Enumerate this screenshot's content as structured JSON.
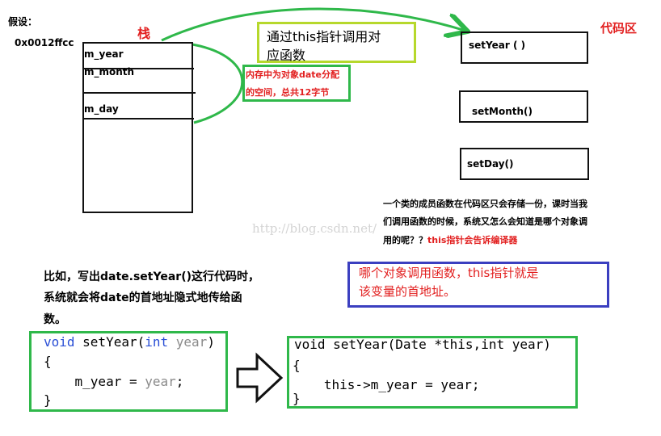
{
  "assume_label": "假设：",
  "address": "0x0012ffcc",
  "stack_title": "栈",
  "stack_fields": [
    "m_year",
    "m_month",
    "m_day"
  ],
  "memory_note": [
    "内存中为对象date分配",
    "的空间，总共12字节"
  ],
  "this_call_note": [
    "通过this指针调用对",
    "应函数"
  ],
  "code_area_title": "代码区",
  "functions": [
    "setYear ( )",
    "setMonth()",
    "setDay()"
  ],
  "explanation": {
    "line1": "一个类的成员函数在代码区只会存储一份，课时当我",
    "line2": "们调用函数的时候，系统又怎么会知道是哪个对象调",
    "line3_prefix": "用的呢？？",
    "line3_highlight": "this指针会告诉编译器"
  },
  "watermark": "http://blog.csdn.net/",
  "example_text": [
    "比如，写出date.setYear()这行代码时，",
    "系统就会将date的首地址隐式地传给函",
    "数。"
  ],
  "this_answer": [
    "哪个对象调用函数，this指针就是",
    "该变量的首地址。"
  ],
  "code_before": {
    "kw_void": "void",
    "fn": " setYear(",
    "kw_int": "int",
    "param": " year",
    "close": ")",
    "open_brace": "{",
    "body_lhs": "    m_year = ",
    "body_rhs": "year",
    "body_end": ";",
    "close_brace": "}"
  },
  "code_after": [
    "void setYear(Date *this,int year)",
    "{",
    "   this->m_year = year;",
    "}"
  ],
  "colors": {
    "green": "#2fb84a",
    "red": "#e22020",
    "blue": "#3b3fc0",
    "lime": "#b6d82c",
    "keyword": "#2a4fd6"
  }
}
